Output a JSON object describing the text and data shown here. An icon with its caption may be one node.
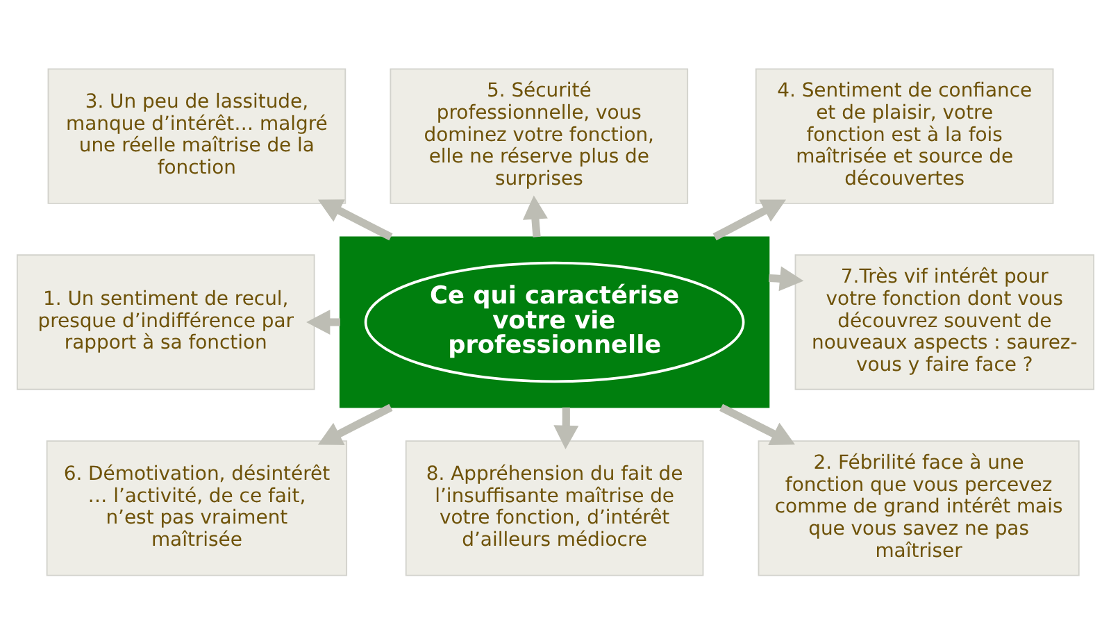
{
  "diagram": {
    "nodes": [
      {
        "text": [
          "3. Un peu de lassitude, manque d’intérêt… malgré une réelle maîtrise de la fonction"
        ]
      },
      {
        "text": [
          "5. Sécurité professionnelle, vous dominez votre fonction, elle ne réserve plus de surprises"
        ]
      },
      {
        "text": [
          "4. Sentiment de confiance et de plaisir, votre fonction est à la fois maîtrisée et source de découvertes"
        ]
      },
      {
        "text": [
          "1. Un sentiment de recul, presque d’indifférence par rapport à sa fonction"
        ]
      },
      {
        "text": [],
        "shape": "box"
      },
      {
        "text": [
          "Ce qui caractérise votre vie professionnelle"
        ],
        "in": 4
      },
      {
        "text": [
          "7.Très vif intérêt pour votre fonction dont vous découvrez souvent de nouveaux aspects : saurez-vous y faire face ?"
        ]
      },
      {
        "text": [
          "6. Démotivation, désintérêt … l’activité, de ce fait, n’est pas vraiment maîtrisée"
        ]
      },
      {
        "text": [
          "8. Appréhension du fait de l’insuffisante maîtrise de votre fonction, d’intérêt d’ailleurs médiocre"
        ]
      },
      {
        "text": [
          "2. Fébrilité face à une fonction que vous percevez comme de grand intérêt mais que vous savez ne pas maîtriser"
        ]
      }
    ],
    "edges": [
      {
        "from": 4,
        "to": 0,
        "arrow": "to"
      },
      {
        "from": 4,
        "to": 1,
        "arrow": "to"
      },
      {
        "from": 4,
        "to": 2,
        "arrow": "to"
      },
      {
        "from": 4,
        "to": 3,
        "arrow": "to"
      },
      {
        "from": 4,
        "to": 6,
        "arrow": "to"
      },
      {
        "from": 4,
        "to": 7,
        "arrow": "to"
      },
      {
        "from": 4,
        "to": 8,
        "arrow": "to"
      },
      {
        "from": 4,
        "to": 9,
        "arrow": "to"
      }
    ]
  }
}
